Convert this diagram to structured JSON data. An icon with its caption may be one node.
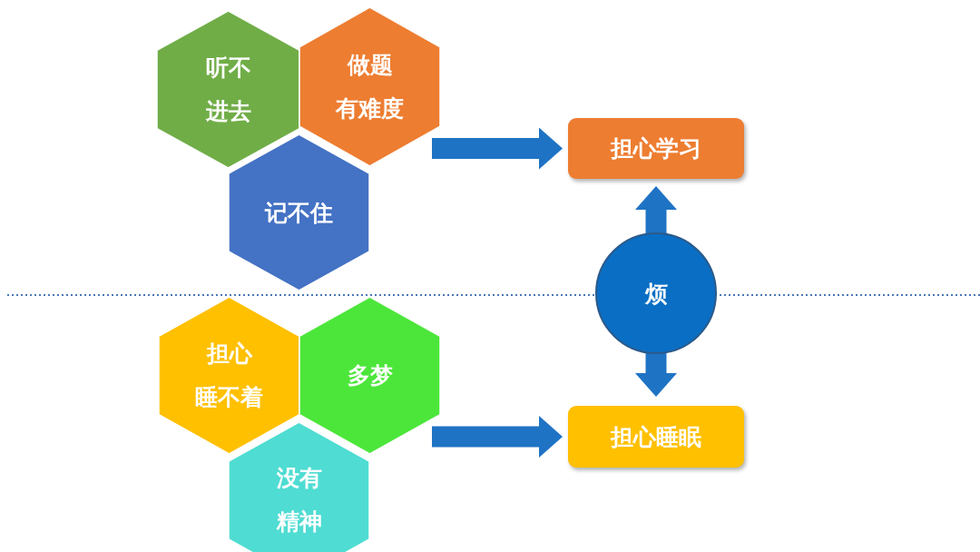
{
  "diagram": {
    "nodes": [
      {
        "text": [
          "听不进去"
        ]
      },
      {
        "text": [
          "做题有难度"
        ]
      },
      {
        "text": [
          "记不住"
        ]
      },
      {
        "text": [
          "担心学习"
        ]
      },
      {
        "text": [
          "烦"
        ]
      },
      {
        "text": [
          "担心睡不着"
        ]
      },
      {
        "text": [
          "多梦"
        ]
      },
      {
        "text": [
          "没有精神"
        ]
      },
      {
        "text": [
          "担心睡眠"
        ]
      }
    ],
    "edges": [
      {
        "from": 1,
        "to": 3,
        "arrow": "to"
      },
      {
        "from": 4,
        "to": 3,
        "arrow": "to"
      },
      {
        "from": 4,
        "to": 8,
        "arrow": "to"
      },
      {
        "from": 6,
        "to": 8,
        "arrow": "to"
      }
    ]
  }
}
